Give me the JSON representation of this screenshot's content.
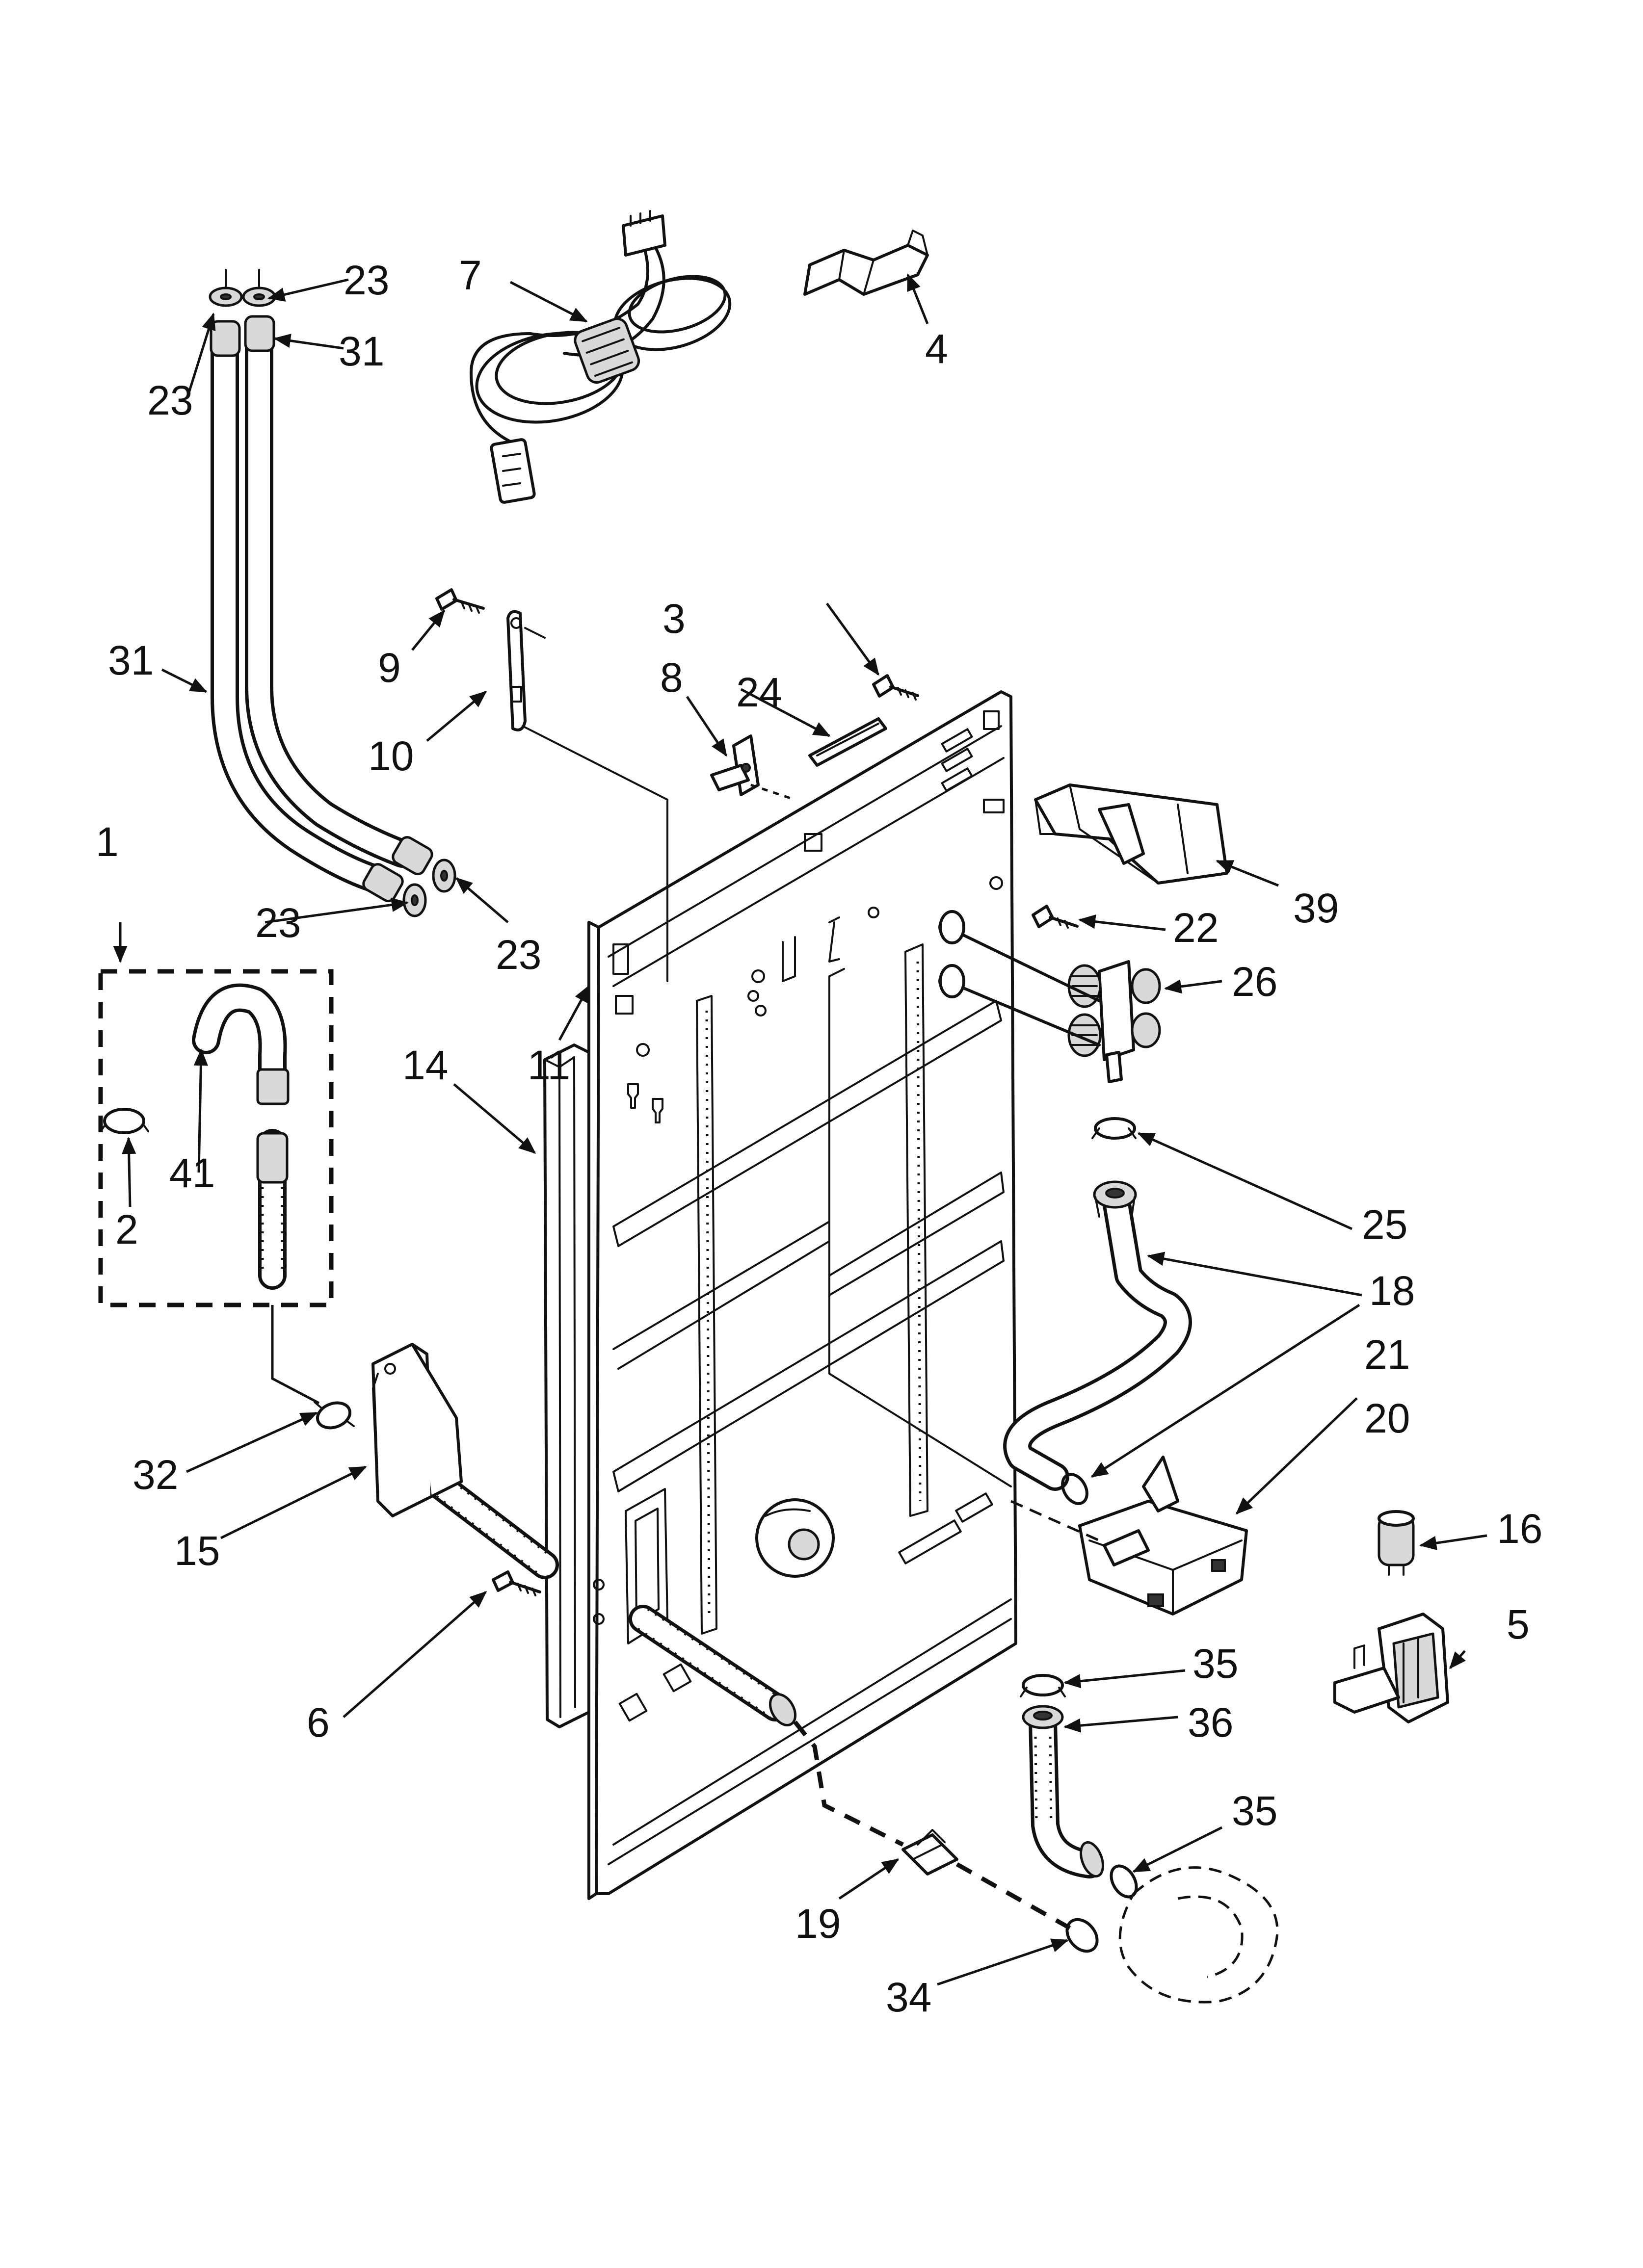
{
  "callouts": {
    "c1": "1",
    "c2": "2",
    "c3": "3",
    "c4": "4",
    "c5": "5",
    "c6": "6",
    "c7": "7",
    "c8": "8",
    "c9": "9",
    "c10": "10",
    "c11": "11",
    "c14": "14",
    "c15": "15",
    "c16": "16",
    "c18": "18",
    "c19": "19",
    "c20": "20",
    "c21": "21",
    "c22": "22",
    "c23a": "23",
    "c23b": "23",
    "c23c": "23",
    "c23d": "23",
    "c24": "24",
    "c25": "25",
    "c26": "26",
    "c31a": "31",
    "c31b": "31",
    "c32": "32",
    "c34": "34",
    "c35a": "35",
    "c35b": "35",
    "c36": "36",
    "c39": "39",
    "c41": "41"
  },
  "colors": {
    "line": "#111111",
    "background": "#ffffff",
    "fill": "#d9d9d9"
  }
}
